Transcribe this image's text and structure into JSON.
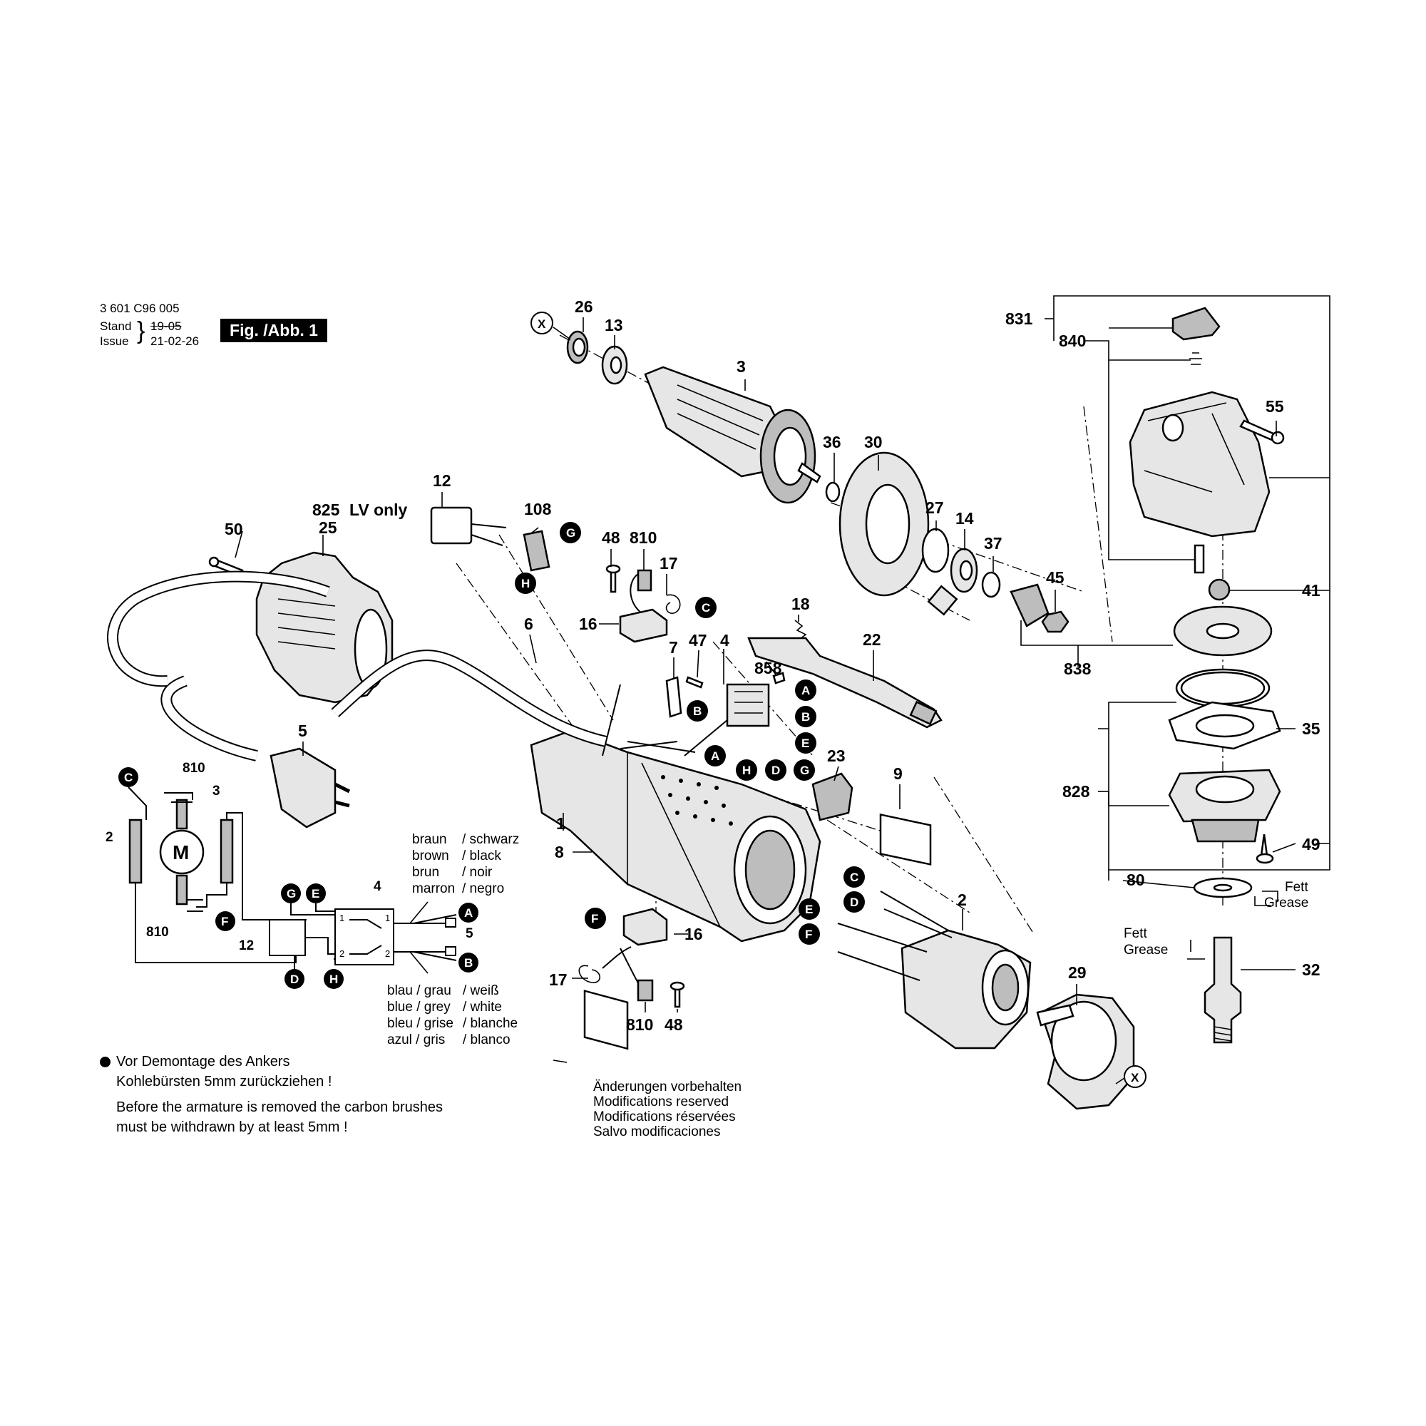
{
  "header": {
    "doc_number": "3 601 C96 005",
    "stand_label": "Stand",
    "stand_value": "19-05",
    "issue_label": "Issue",
    "issue_value": "21-02-26",
    "figure_badge": "Fig. /Abb. 1"
  },
  "part_labels": {
    "p26": "26",
    "p13": "13",
    "p3": "3",
    "p36": "36",
    "p30": "30",
    "p27": "27",
    "p14": "14",
    "p37": "37",
    "p45": "45",
    "p831": "831",
    "p840": "840",
    "p55": "55",
    "p41": "41",
    "p838": "838",
    "p35": "35",
    "p828": "828",
    "p49": "49",
    "p80": "80",
    "p32": "32",
    "p29": "29",
    "p2": "2",
    "p12": "12",
    "p108": "108",
    "p825": "825",
    "lv_only": "LV only",
    "p25": "25",
    "p50": "50",
    "p48": "48",
    "p810": "810",
    "p17": "17",
    "p16": "16",
    "p18": "18",
    "p22": "22",
    "p6": "6",
    "p7": "7",
    "p47": "47",
    "p4": "4",
    "p858": "858",
    "p5": "5",
    "p23": "23",
    "p9": "9",
    "p1": "1",
    "p8": "8",
    "p16b": "16",
    "p17b": "17",
    "p810b": "810",
    "p48b": "48"
  },
  "connector_letters": {
    "a": "A",
    "b": "B",
    "c": "C",
    "d": "D",
    "e": "E",
    "f": "F",
    "g": "G",
    "h": "H",
    "x": "X"
  },
  "grease_top": {
    "de": "Fett",
    "en": "Grease"
  },
  "grease_bottom": {
    "de": "Fett",
    "en": "Grease"
  },
  "schematic": {
    "motor_label": "M",
    "label_810_top": "810",
    "label_3": "3",
    "label_2": "2",
    "label_810_bottom": "810",
    "label_4": "4",
    "label_12": "12",
    "label_5": "5",
    "switch_pin_1a": "1",
    "switch_pin_1b": "1",
    "switch_pin_2a": "2",
    "switch_pin_2b": "2"
  },
  "wire_colors_top": [
    {
      "a": "braun",
      "b": "/ schwarz"
    },
    {
      "a": "brown",
      "b": "/ black"
    },
    {
      "a": "brun",
      "b": "/ noir"
    },
    {
      "a": "marron",
      "b": "/ negro"
    }
  ],
  "wire_colors_bottom": [
    {
      "a": "blau / grau",
      "b": "/ weiß"
    },
    {
      "a": "blue / grey",
      "b": "/ white"
    },
    {
      "a": "bleu / grise",
      "b": "/ blanche"
    },
    {
      "a": "azul / gris",
      "b": "/ blanco"
    }
  ],
  "armature_note": {
    "line1": "Vor Demontage des Ankers",
    "line2": "Kohlebürsten 5mm zurückziehen !",
    "line3": "Before the armature is removed the carbon brushes",
    "line4": "must be withdrawn by at least 5mm !"
  },
  "changes_note": {
    "de": "Änderungen vorbehalten",
    "en": "Modifications reserved",
    "fr": "Modifications réservées",
    "es": "Salvo modificaciones"
  },
  "colors": {
    "line": "#000000",
    "badge_bg": "#000000",
    "badge_text": "#ffffff",
    "shade": "#bdbdbd"
  }
}
